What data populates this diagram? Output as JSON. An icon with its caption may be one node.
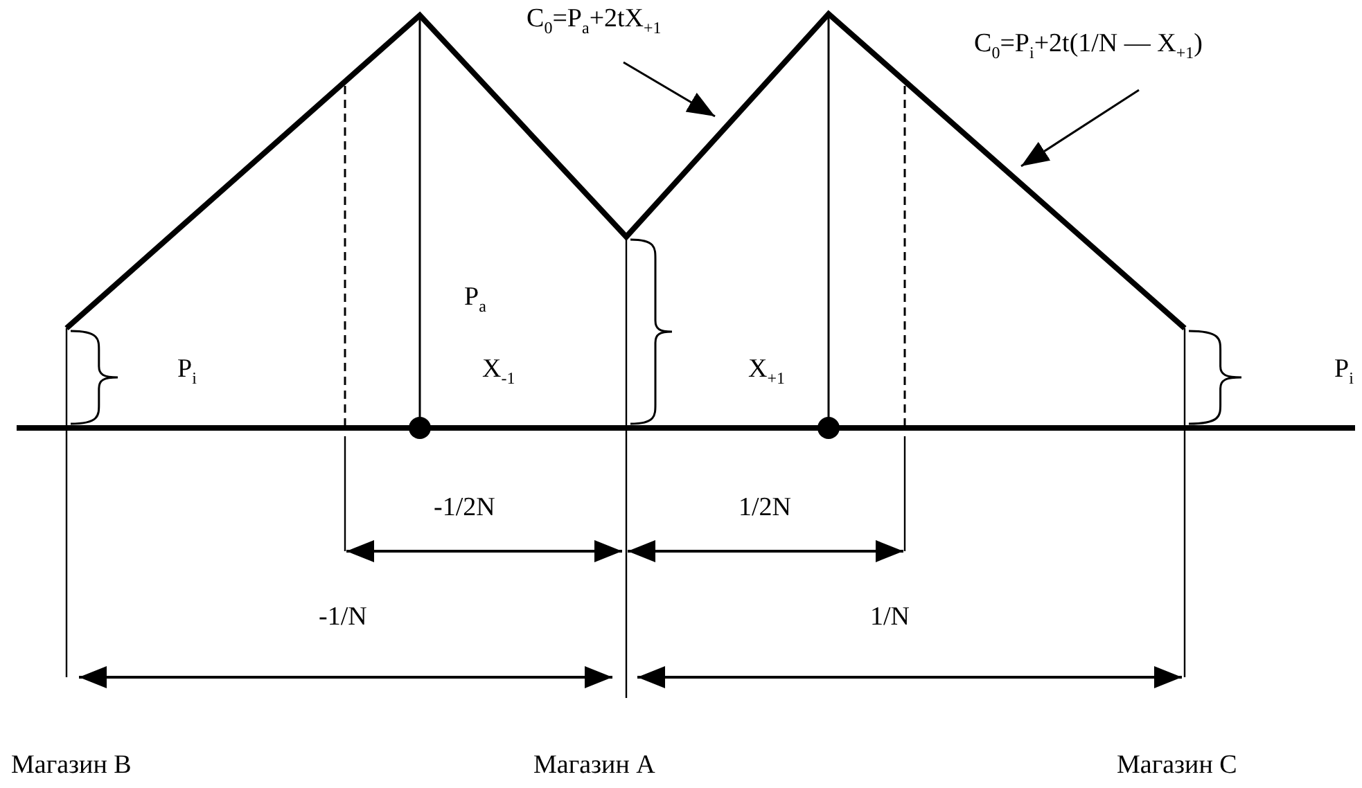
{
  "diagram": {
    "nodes": [
      {
        "text": [
          "C$_{0}$=P$_{a}$+2tX$_{+1}$"
        ]
      },
      {
        "text": [
          "C$_{0}$=P$_{i}$+2t(1/N — X$_{+1}$)"
        ]
      }
    ],
    "edges": [
      {
        "from": 0,
        "to": null,
        "arrow": "to"
      },
      {
        "from": 1,
        "to": null,
        "arrow": "to"
      }
    ],
    "labels": [
      "P$_{a}$",
      "P$_{i}$",
      "X$_{-1}$",
      "X$_{+1}$",
      "P$_{i}$",
      "-1/2N",
      "1/2N",
      "-1/N",
      "1/N",
      "Магазин B",
      "Магазин A",
      "Магазин C"
    ]
  }
}
